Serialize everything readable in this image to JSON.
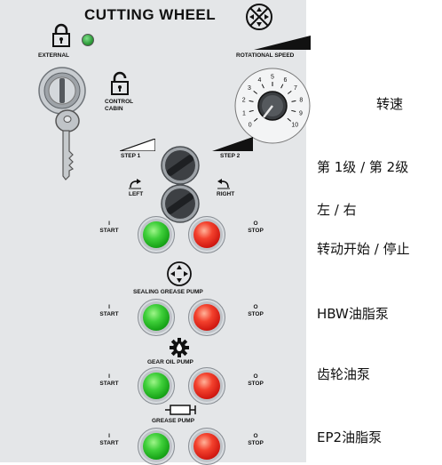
{
  "panel": {
    "title": "CUTTING WHEEL",
    "external_label": "EXTERNAL",
    "control_cabin_label": "CONTROL\nCABIN",
    "rotational_speed_label": "ROTATIONAL SPEED",
    "dial_numbers": [
      "0",
      "1",
      "2",
      "3",
      "4",
      "5",
      "6",
      "7",
      "8",
      "9",
      "10"
    ],
    "step1_label": "STEP 1",
    "step2_label": "STEP 2",
    "left_label": "LEFT",
    "right_label": "RIGHT",
    "start_symbol": "I",
    "start_label": "START",
    "stop_symbol": "O",
    "stop_label": "STOP",
    "sealing_grease_pump_label": "SEALING GREASE PUMP",
    "gear_oil_pump_label": "GEAR OIL PUMP",
    "grease_pump_label": "GREASE PUMP"
  },
  "annotations": {
    "speed": "转速",
    "step": "第 1级 / 第 2级",
    "direction": "左 / 右",
    "start_stop": "转动开始 / 停止",
    "hbw": "HBW油脂泵",
    "gear": "齿轮油泵",
    "ep2": "EP2油脂泵"
  },
  "colors": {
    "panel": "#e4e6e8",
    "start": "#2bb82b",
    "stop": "#e0261a",
    "indicator": "#2e9b3a"
  }
}
